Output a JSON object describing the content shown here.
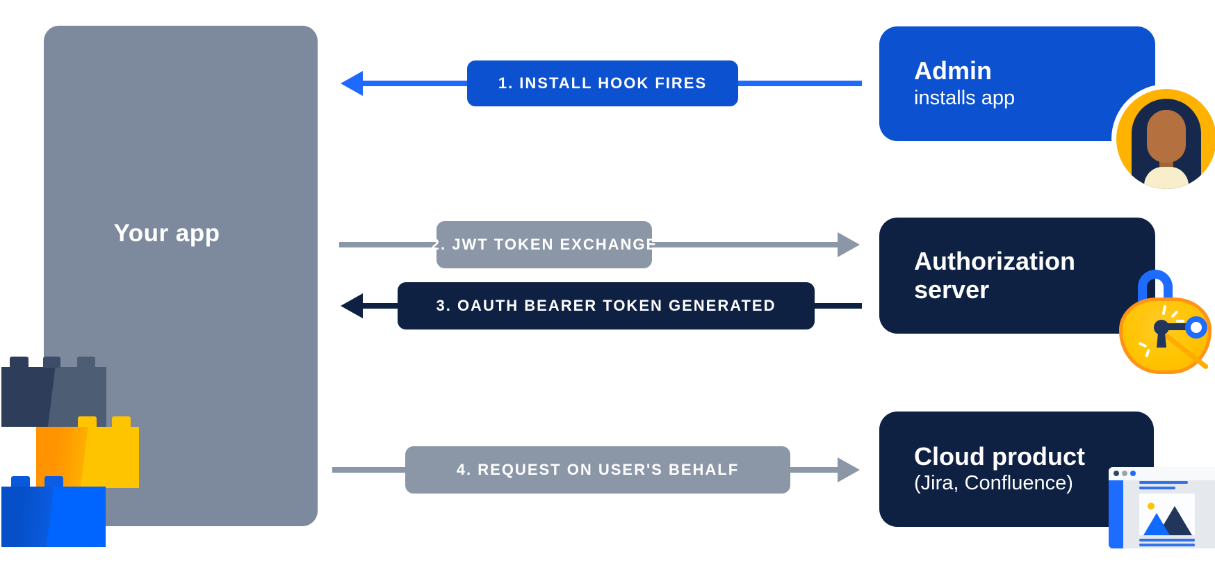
{
  "app": {
    "label": "Your app"
  },
  "arrows": [
    {
      "step": "1",
      "label": "1. INSTALL HOOK FIRES",
      "direction": "left",
      "color": "#1e6aff",
      "pill_color": "#0c51d0"
    },
    {
      "step": "2",
      "label": "2. JWT TOKEN EXCHANGE",
      "direction": "right",
      "color": "#8b96a7",
      "pill_color": "#8b96a7"
    },
    {
      "step": "3",
      "label": "3. OAUTH BEARER TOKEN GENERATED",
      "direction": "left",
      "color": "#0e2143",
      "pill_color": "#0e2143"
    },
    {
      "step": "4",
      "label": "4. REQUEST ON USER'S BEHALF",
      "direction": "right",
      "color": "#8b96a7",
      "pill_color": "#8b96a7"
    }
  ],
  "nodes": [
    {
      "title": "Admin",
      "subtitle": "installs app",
      "icon": "person-avatar",
      "color": "#0c51d0"
    },
    {
      "title": "Authorization server",
      "subtitle": "",
      "icon": "lock-and-key",
      "color": "#0e2143"
    },
    {
      "title": "Cloud product",
      "subtitle": "(Jira, Confluence)",
      "icon": "browser-window",
      "color": "#0e2143"
    }
  ],
  "colors": {
    "background": "#ffffff",
    "app_box_gray": "#7d8a9e",
    "slate_gray": "#8b96a7",
    "bright_blue": "#1e6aff",
    "atlassian_blue": "#0c51d0",
    "dark_navy": "#0e2143",
    "brick_yellow": "#ffc400",
    "brick_orange": "#ff9300",
    "brick_blue": "#0065ff"
  }
}
